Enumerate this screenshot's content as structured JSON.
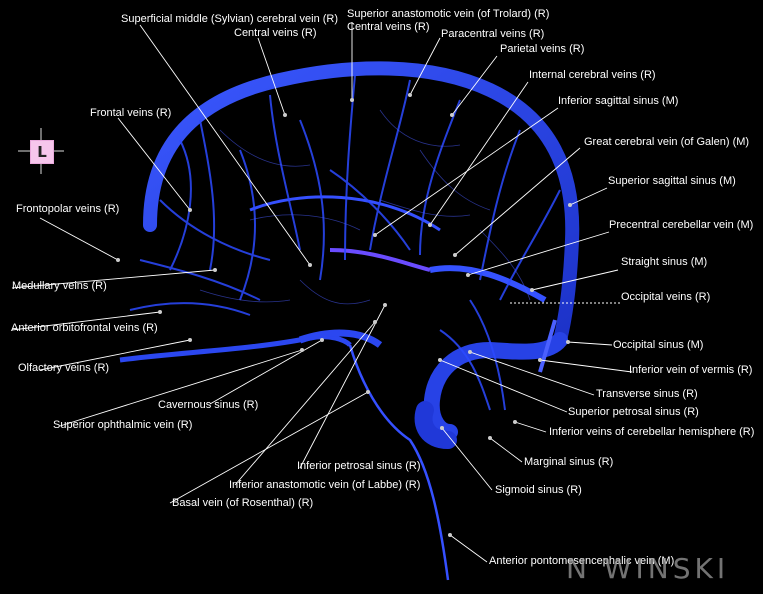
{
  "colors": {
    "vein": "#2a48ff",
    "vein_light": "#5a6cff",
    "sinus": "#2540e8",
    "label": "#ffffff",
    "leader": "#ffffff",
    "orientation_box": "#f6c6ec"
  },
  "orientation": {
    "letter": "L"
  },
  "watermark": "N  WINSKI",
  "labels": {
    "sylvian": "Superficial middle (Sylvian) cerebral vein (R)",
    "trolard": "Superior anastomotic vein (of Trolard) (R)",
    "central1": "Central veins (R)",
    "central2": "Central veins (R)",
    "paracentral": "Paracentral veins (R)",
    "parietal": "Parietal veins (R)",
    "frontal": "Frontal veins (R)",
    "internal_cerebral": "Internal cerebral veins (R)",
    "inferior_sagittal": "Inferior sagittal sinus (M)",
    "galen": "Great cerebral vein (of Galen) (M)",
    "superior_sagittal": "Superior sagittal sinus (M)",
    "frontopolar": "Frontopolar veins (R)",
    "precentral_cerebellar": "Precentral cerebellar vein (M)",
    "straight": "Straight sinus (M)",
    "medullary": "Medullary veins (R)",
    "occipital_veins": "Occipital veins (R)",
    "anterior_orbitofrontal": "Anterior orbitofrontal veins (R)",
    "occipital_sinus": "Occipital sinus (M)",
    "olfactory": "Olfactory veins (R)",
    "vermis": "Inferior vein of vermis (R)",
    "transverse": "Transverse sinus (R)",
    "cavernous": "Cavernous sinus (R)",
    "superior_petrosal": "Superior petrosal sinus (R)",
    "superior_ophthalmic": "Superior ophthalmic vein (R)",
    "cerebellar_hemisphere": "Inferior veins of cerebellar hemisphere (R)",
    "marginal": "Marginal sinus (R)",
    "inferior_petrosal": "Inferior petrosal sinus (R)",
    "labbe": "Inferior anastomotic vein (of Labbe) (R)",
    "sigmoid": "Sigmoid sinus (R)",
    "rosenthal": "Basal vein (of Rosenthal) (R)",
    "pontomesencephalic": "Anterior pontomesencephalic vein (M)"
  }
}
